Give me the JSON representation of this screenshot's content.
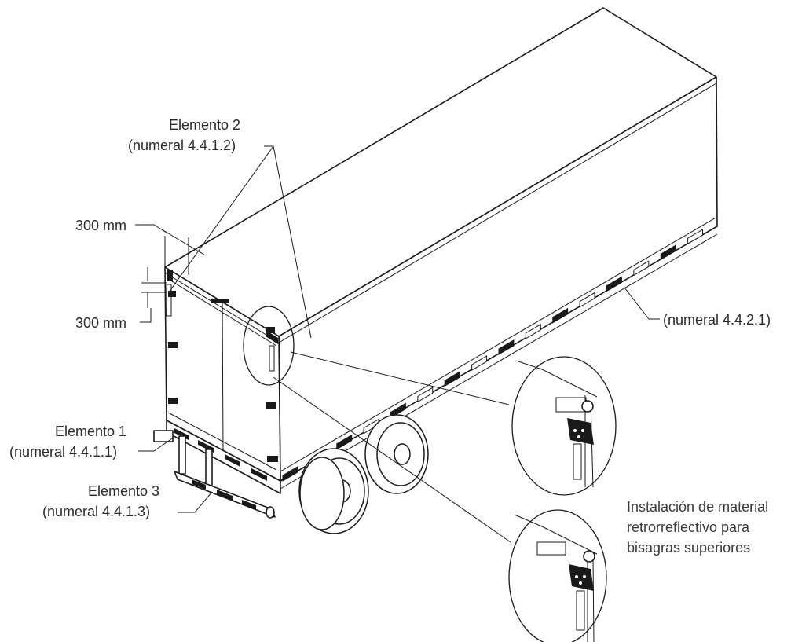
{
  "labels": {
    "elemento2_title": "Elemento 2",
    "elemento2_ref": "(numeral 4.4.1.2)",
    "dim_top": "300 mm",
    "dim_side": "300 mm",
    "side_ref": "(numeral 4.4.2.1)",
    "elemento1_title": "Elemento 1",
    "elemento1_ref": "(numeral 4.4.1.1)",
    "elemento3_title": "Elemento 3",
    "elemento3_ref": "(numeral 4.4.1.3)",
    "install_line1": "Instalación de material",
    "install_line2": "retrorreflectivo para",
    "install_line3": "bisagras superiores"
  },
  "colors": {
    "ink": "#1a1a1a",
    "paper": "#ffffff",
    "text": "#2a2a2a"
  }
}
